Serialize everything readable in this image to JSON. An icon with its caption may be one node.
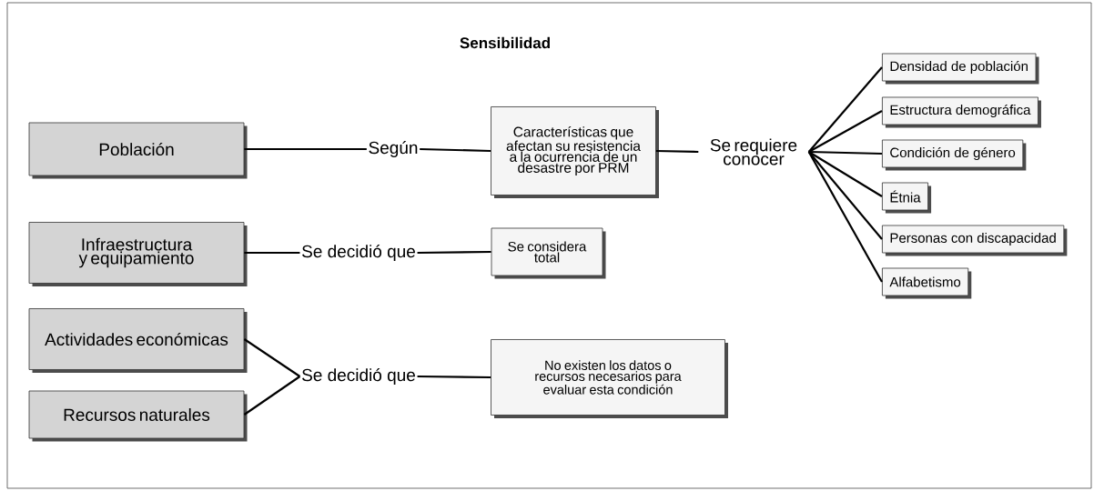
{
  "diagram": {
    "title": "Sensibilidad",
    "nodes": [
      {
        "text": [
          "Población"
        ]
      },
      {
        "text": [
          "Según"
        ]
      },
      {
        "text": [
          "Características que afectan su resistencia a la ocurrencia de un desastre por PRM"
        ]
      },
      {
        "text": [
          "Se requiere conocer"
        ]
      },
      {
        "text": [
          "Densidad de población"
        ]
      },
      {
        "text": [
          "Estructura demográfica"
        ]
      },
      {
        "text": [
          "Condición de género"
        ]
      },
      {
        "text": [
          "Étnia"
        ]
      },
      {
        "text": [
          "Personas con discapacidad"
        ]
      },
      {
        "text": [
          "Alfabetismo"
        ]
      },
      {
        "text": [
          "Infraestructura y equipamiento"
        ]
      },
      {
        "text": [
          "Se decidió que"
        ]
      },
      {
        "text": [
          "Se considera total"
        ]
      },
      {
        "text": [
          "Actividades económicas"
        ]
      },
      {
        "text": [
          "Recursos naturales"
        ]
      },
      {
        "text": [
          "Se decidió que"
        ]
      },
      {
        "text": [
          "No existen los datos o recursos necesarios para evaluar esta condición"
        ]
      }
    ],
    "edges": [
      {
        "from": 0,
        "to": 1,
        "arrow": "none"
      },
      {
        "from": 1,
        "to": 2,
        "arrow": "none"
      },
      {
        "from": 2,
        "to": 3,
        "arrow": "none"
      },
      {
        "from": 3,
        "to": 4,
        "arrow": "none"
      },
      {
        "from": 3,
        "to": 5,
        "arrow": "none"
      },
      {
        "from": 3,
        "to": 6,
        "arrow": "none"
      },
      {
        "from": 3,
        "to": 7,
        "arrow": "none"
      },
      {
        "from": 3,
        "to": 8,
        "arrow": "none"
      },
      {
        "from": 3,
        "to": 9,
        "arrow": "none"
      },
      {
        "from": 10,
        "to": 11,
        "arrow": "none"
      },
      {
        "from": 11,
        "to": 12,
        "arrow": "none"
      },
      {
        "from": 13,
        "to": 15,
        "arrow": "none"
      },
      {
        "from": 14,
        "to": 15,
        "arrow": "none"
      },
      {
        "from": 15,
        "to": 16,
        "arrow": "none"
      }
    ]
  }
}
